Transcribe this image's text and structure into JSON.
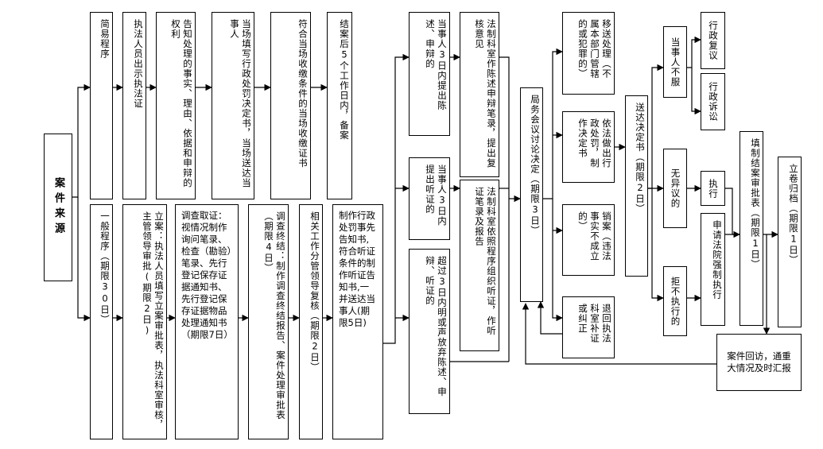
{
  "flow": {
    "source": "案件来源",
    "simple": {
      "label": "简易程序",
      "steps": [
        "执法人员出示执法证",
        "告知处理的事实、理由、依据和申辩的权利",
        "当场填写行政处罚决定书，当场送达当事人",
        "符合当场收缴条件的当场收缴证书",
        "结案后5个工作日内，备案"
      ]
    },
    "general": {
      "label": "一般程序（期限30日）",
      "filing": "立案：执法人员填写立案审批表，执法科室审核，主管领导审批(期限2日)",
      "investigation": "调查取证：视情况制作询问笔录、检查（勘验）笔录、先行登记保存证据通知书、先行登记保存证据物品处理通知书（期限7日）",
      "conclusion": "调查终结：制作调查终结报告、案件处理审批表（期限4日）",
      "review": "相关工作分管领导复核（期限2日）",
      "notice": "制作行政处罚事先告知书,符合听证条件的制作听证告知书,一并送达当事人(期限5日)"
    },
    "hearing": {
      "statement_request": "当事人3日内提出陈述、申辩的",
      "statement_record": "法制科室作陈述申辩笔录，提出复核意见",
      "hearing_request": "当事人3日内提出听证的",
      "hearing_organize": "法制科室依照程序组织听证，作听证笔录及报告",
      "waive": "超过3日内明或声放弃陈述、申辩、听证的"
    },
    "decision": "局务会议讨论决定（期限3日）",
    "outcomes": [
      "移送处理（不属本部门管辖的或犯罪的）",
      "依法做出行政处罚，制作决定书",
      "销案（违法事实不成立的）",
      "退回执法科室补证或纠正"
    ],
    "delivery": "送达决定书（期限2日）",
    "responses": {
      "disagree": "当事人不服",
      "no_objection": "无异议的",
      "refuse": "拒不执行的"
    },
    "remedies": {
      "reconsideration": "行政复议",
      "litigation": "行政诉讼",
      "execute": "执行",
      "court": "申请法院强制执行"
    },
    "closing_form": "填制结案审批表（期限1日）",
    "archive": "立卷归档（期限1日）",
    "followup": "案件回访，通重大情况及时汇报"
  }
}
